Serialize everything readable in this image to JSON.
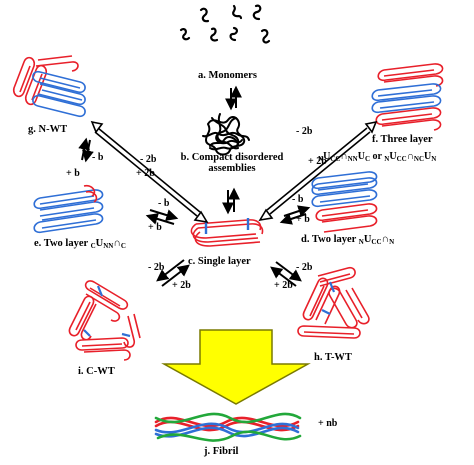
{
  "nodes": {
    "a": {
      "label": "a. Monomers"
    },
    "b": {
      "label_line1": "b. Compact disordered",
      "label_line2": "assemblies"
    },
    "c": {
      "label": "c. Single layer"
    },
    "d": {
      "prefix": "d. Two layer ",
      "s1": "N",
      "t1": "U",
      "s2": "CC",
      "t2": "∩",
      "s3": "N"
    },
    "e": {
      "prefix": "e. Two layer ",
      "s1": "C",
      "t1": "U",
      "s2": "NN",
      "t2": "∩",
      "s3": "C"
    },
    "f": {
      "label": "f. Three layer",
      "f_s1": "N",
      "f_t1": "U",
      "f_s2": "CC",
      "f_t2": "∩",
      "f_s3": "NN",
      "f_t3": "U",
      "f_s4": "C",
      "or_text": " or ",
      "g_s1": "N",
      "g_t1": "U",
      "g_s2": "CC",
      "g_t2": "∩",
      "g_s3": "NC",
      "g_t3": "U",
      "g_s4": "N"
    },
    "g": {
      "label": "g. N-WT"
    },
    "h": {
      "label": "h. T-WT"
    },
    "i": {
      "label": "i. C-WT"
    },
    "j": {
      "label": "j. Fibril"
    }
  },
  "rates": {
    "ga_minus": "- 2b",
    "ga_plus": "+ 2b",
    "fc_minus": "- 2b",
    "fc_plus": "+ 2b",
    "ge_minus": "- b",
    "ge_plus": "+ b",
    "ec_minus": "- b",
    "ec_plus": "+ b",
    "cd_minus": "- b",
    "cd_plus": "+ b",
    "ci_minus": "- 2b",
    "ci_plus": "+ 2b",
    "ch_minus": "- 2b",
    "ch_plus": "+ 2b",
    "fibril_plus": "+ nb"
  },
  "colors": {
    "red": "#e8202a",
    "blue": "#2f6fd6",
    "green": "#22a83a",
    "arrow_fill": "#ffff00",
    "arrow_stroke": "#7a7a00"
  }
}
